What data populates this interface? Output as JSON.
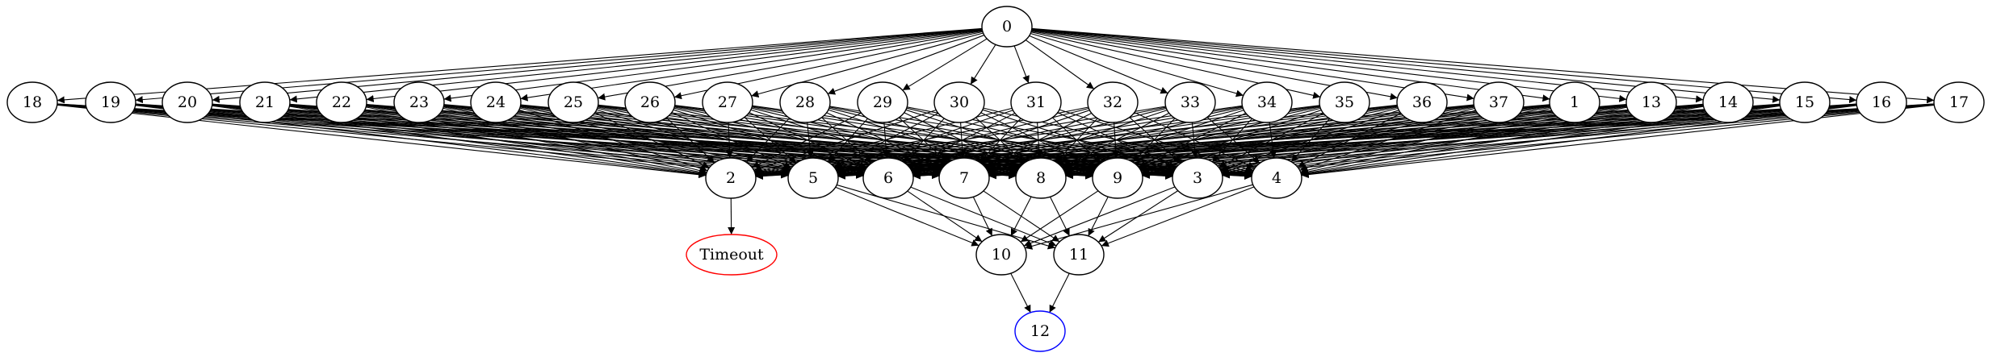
{
  "graph": {
    "nodes": [
      {
        "id": "0",
        "label": "0"
      },
      {
        "id": "18",
        "label": "18"
      },
      {
        "id": "19",
        "label": "19"
      },
      {
        "id": "20",
        "label": "20"
      },
      {
        "id": "21",
        "label": "21"
      },
      {
        "id": "22",
        "label": "22"
      },
      {
        "id": "23",
        "label": "23"
      },
      {
        "id": "24",
        "label": "24"
      },
      {
        "id": "25",
        "label": "25"
      },
      {
        "id": "26",
        "label": "26"
      },
      {
        "id": "27",
        "label": "27"
      },
      {
        "id": "28",
        "label": "28"
      },
      {
        "id": "29",
        "label": "29"
      },
      {
        "id": "30",
        "label": "30"
      },
      {
        "id": "31",
        "label": "31"
      },
      {
        "id": "32",
        "label": "32"
      },
      {
        "id": "33",
        "label": "33"
      },
      {
        "id": "34",
        "label": "34"
      },
      {
        "id": "35",
        "label": "35"
      },
      {
        "id": "36",
        "label": "36"
      },
      {
        "id": "37",
        "label": "37"
      },
      {
        "id": "1",
        "label": "1"
      },
      {
        "id": "13",
        "label": "13"
      },
      {
        "id": "14",
        "label": "14"
      },
      {
        "id": "15",
        "label": "15"
      },
      {
        "id": "16",
        "label": "16"
      },
      {
        "id": "17",
        "label": "17"
      },
      {
        "id": "2",
        "label": "2"
      },
      {
        "id": "5",
        "label": "5"
      },
      {
        "id": "6",
        "label": "6"
      },
      {
        "id": "7",
        "label": "7"
      },
      {
        "id": "8",
        "label": "8"
      },
      {
        "id": "9",
        "label": "9"
      },
      {
        "id": "3",
        "label": "3"
      },
      {
        "id": "4",
        "label": "4"
      },
      {
        "id": "Timeout",
        "label": "Timeout",
        "color": "#ff0000"
      },
      {
        "id": "10",
        "label": "10"
      },
      {
        "id": "11",
        "label": "11"
      },
      {
        "id": "12",
        "label": "12",
        "color": "#0000ff"
      }
    ],
    "edges": [
      [
        "0",
        "18"
      ],
      [
        "0",
        "19"
      ],
      [
        "0",
        "20"
      ],
      [
        "0",
        "21"
      ],
      [
        "0",
        "22"
      ],
      [
        "0",
        "23"
      ],
      [
        "0",
        "24"
      ],
      [
        "0",
        "25"
      ],
      [
        "0",
        "26"
      ],
      [
        "0",
        "27"
      ],
      [
        "0",
        "28"
      ],
      [
        "0",
        "29"
      ],
      [
        "0",
        "30"
      ],
      [
        "0",
        "31"
      ],
      [
        "0",
        "32"
      ],
      [
        "0",
        "33"
      ],
      [
        "0",
        "34"
      ],
      [
        "0",
        "35"
      ],
      [
        "0",
        "36"
      ],
      [
        "0",
        "37"
      ],
      [
        "0",
        "1"
      ],
      [
        "0",
        "13"
      ],
      [
        "0",
        "14"
      ],
      [
        "0",
        "15"
      ],
      [
        "0",
        "16"
      ],
      [
        "0",
        "17"
      ],
      [
        "18",
        "2"
      ],
      [
        "18",
        "5"
      ],
      [
        "18",
        "6"
      ],
      [
        "18",
        "7"
      ],
      [
        "18",
        "8"
      ],
      [
        "18",
        "9"
      ],
      [
        "18",
        "3"
      ],
      [
        "18",
        "4"
      ],
      [
        "19",
        "2"
      ],
      [
        "19",
        "5"
      ],
      [
        "19",
        "6"
      ],
      [
        "19",
        "7"
      ],
      [
        "19",
        "8"
      ],
      [
        "19",
        "9"
      ],
      [
        "19",
        "3"
      ],
      [
        "19",
        "4"
      ],
      [
        "20",
        "2"
      ],
      [
        "20",
        "5"
      ],
      [
        "20",
        "6"
      ],
      [
        "20",
        "7"
      ],
      [
        "20",
        "8"
      ],
      [
        "20",
        "9"
      ],
      [
        "20",
        "3"
      ],
      [
        "20",
        "4"
      ],
      [
        "21",
        "2"
      ],
      [
        "21",
        "5"
      ],
      [
        "21",
        "6"
      ],
      [
        "21",
        "7"
      ],
      [
        "21",
        "8"
      ],
      [
        "21",
        "9"
      ],
      [
        "21",
        "3"
      ],
      [
        "21",
        "4"
      ],
      [
        "22",
        "2"
      ],
      [
        "22",
        "5"
      ],
      [
        "22",
        "6"
      ],
      [
        "22",
        "7"
      ],
      [
        "22",
        "8"
      ],
      [
        "22",
        "9"
      ],
      [
        "22",
        "3"
      ],
      [
        "22",
        "4"
      ],
      [
        "23",
        "2"
      ],
      [
        "23",
        "5"
      ],
      [
        "23",
        "6"
      ],
      [
        "23",
        "7"
      ],
      [
        "23",
        "8"
      ],
      [
        "23",
        "9"
      ],
      [
        "23",
        "3"
      ],
      [
        "23",
        "4"
      ],
      [
        "24",
        "2"
      ],
      [
        "24",
        "5"
      ],
      [
        "24",
        "6"
      ],
      [
        "24",
        "7"
      ],
      [
        "24",
        "8"
      ],
      [
        "24",
        "9"
      ],
      [
        "24",
        "3"
      ],
      [
        "24",
        "4"
      ],
      [
        "25",
        "2"
      ],
      [
        "25",
        "5"
      ],
      [
        "25",
        "6"
      ],
      [
        "25",
        "7"
      ],
      [
        "25",
        "8"
      ],
      [
        "25",
        "9"
      ],
      [
        "25",
        "3"
      ],
      [
        "25",
        "4"
      ],
      [
        "26",
        "2"
      ],
      [
        "26",
        "5"
      ],
      [
        "26",
        "6"
      ],
      [
        "26",
        "7"
      ],
      [
        "26",
        "8"
      ],
      [
        "26",
        "9"
      ],
      [
        "26",
        "3"
      ],
      [
        "26",
        "4"
      ],
      [
        "27",
        "2"
      ],
      [
        "27",
        "5"
      ],
      [
        "27",
        "6"
      ],
      [
        "27",
        "7"
      ],
      [
        "27",
        "8"
      ],
      [
        "27",
        "9"
      ],
      [
        "27",
        "3"
      ],
      [
        "27",
        "4"
      ],
      [
        "28",
        "2"
      ],
      [
        "28",
        "5"
      ],
      [
        "28",
        "6"
      ],
      [
        "28",
        "7"
      ],
      [
        "28",
        "8"
      ],
      [
        "28",
        "9"
      ],
      [
        "28",
        "3"
      ],
      [
        "28",
        "4"
      ],
      [
        "29",
        "2"
      ],
      [
        "29",
        "5"
      ],
      [
        "29",
        "6"
      ],
      [
        "29",
        "7"
      ],
      [
        "29",
        "8"
      ],
      [
        "29",
        "9"
      ],
      [
        "29",
        "3"
      ],
      [
        "29",
        "4"
      ],
      [
        "30",
        "2"
      ],
      [
        "30",
        "5"
      ],
      [
        "30",
        "6"
      ],
      [
        "30",
        "7"
      ],
      [
        "30",
        "8"
      ],
      [
        "30",
        "9"
      ],
      [
        "30",
        "3"
      ],
      [
        "30",
        "4"
      ],
      [
        "31",
        "2"
      ],
      [
        "31",
        "5"
      ],
      [
        "31",
        "6"
      ],
      [
        "31",
        "7"
      ],
      [
        "31",
        "8"
      ],
      [
        "31",
        "9"
      ],
      [
        "31",
        "3"
      ],
      [
        "31",
        "4"
      ],
      [
        "32",
        "2"
      ],
      [
        "32",
        "5"
      ],
      [
        "32",
        "6"
      ],
      [
        "32",
        "7"
      ],
      [
        "32",
        "8"
      ],
      [
        "32",
        "9"
      ],
      [
        "32",
        "3"
      ],
      [
        "32",
        "4"
      ],
      [
        "33",
        "2"
      ],
      [
        "33",
        "5"
      ],
      [
        "33",
        "6"
      ],
      [
        "33",
        "7"
      ],
      [
        "33",
        "8"
      ],
      [
        "33",
        "9"
      ],
      [
        "33",
        "3"
      ],
      [
        "33",
        "4"
      ],
      [
        "34",
        "2"
      ],
      [
        "34",
        "5"
      ],
      [
        "34",
        "6"
      ],
      [
        "34",
        "7"
      ],
      [
        "34",
        "8"
      ],
      [
        "34",
        "9"
      ],
      [
        "34",
        "3"
      ],
      [
        "34",
        "4"
      ],
      [
        "35",
        "2"
      ],
      [
        "35",
        "5"
      ],
      [
        "35",
        "6"
      ],
      [
        "35",
        "7"
      ],
      [
        "35",
        "8"
      ],
      [
        "35",
        "9"
      ],
      [
        "35",
        "3"
      ],
      [
        "35",
        "4"
      ],
      [
        "36",
        "2"
      ],
      [
        "36",
        "5"
      ],
      [
        "36",
        "6"
      ],
      [
        "36",
        "7"
      ],
      [
        "36",
        "8"
      ],
      [
        "36",
        "9"
      ],
      [
        "36",
        "3"
      ],
      [
        "36",
        "4"
      ],
      [
        "37",
        "2"
      ],
      [
        "37",
        "5"
      ],
      [
        "37",
        "6"
      ],
      [
        "37",
        "7"
      ],
      [
        "37",
        "8"
      ],
      [
        "37",
        "9"
      ],
      [
        "37",
        "3"
      ],
      [
        "37",
        "4"
      ],
      [
        "1",
        "2"
      ],
      [
        "1",
        "5"
      ],
      [
        "1",
        "6"
      ],
      [
        "1",
        "7"
      ],
      [
        "1",
        "8"
      ],
      [
        "1",
        "9"
      ],
      [
        "1",
        "3"
      ],
      [
        "1",
        "4"
      ],
      [
        "13",
        "2"
      ],
      [
        "13",
        "5"
      ],
      [
        "13",
        "6"
      ],
      [
        "13",
        "7"
      ],
      [
        "13",
        "8"
      ],
      [
        "13",
        "9"
      ],
      [
        "13",
        "3"
      ],
      [
        "13",
        "4"
      ],
      [
        "14",
        "2"
      ],
      [
        "14",
        "5"
      ],
      [
        "14",
        "6"
      ],
      [
        "14",
        "7"
      ],
      [
        "14",
        "8"
      ],
      [
        "14",
        "9"
      ],
      [
        "14",
        "3"
      ],
      [
        "14",
        "4"
      ],
      [
        "15",
        "2"
      ],
      [
        "15",
        "5"
      ],
      [
        "15",
        "6"
      ],
      [
        "15",
        "7"
      ],
      [
        "15",
        "8"
      ],
      [
        "15",
        "9"
      ],
      [
        "15",
        "3"
      ],
      [
        "15",
        "4"
      ],
      [
        "16",
        "2"
      ],
      [
        "16",
        "5"
      ],
      [
        "16",
        "6"
      ],
      [
        "16",
        "7"
      ],
      [
        "16",
        "8"
      ],
      [
        "16",
        "9"
      ],
      [
        "16",
        "3"
      ],
      [
        "16",
        "4"
      ],
      [
        "17",
        "2"
      ],
      [
        "17",
        "5"
      ],
      [
        "17",
        "6"
      ],
      [
        "17",
        "7"
      ],
      [
        "17",
        "8"
      ],
      [
        "17",
        "9"
      ],
      [
        "17",
        "3"
      ],
      [
        "17",
        "4"
      ],
      [
        "2",
        "Timeout"
      ],
      [
        "5",
        "10"
      ],
      [
        "5",
        "11"
      ],
      [
        "6",
        "10"
      ],
      [
        "6",
        "11"
      ],
      [
        "7",
        "10"
      ],
      [
        "7",
        "11"
      ],
      [
        "8",
        "10"
      ],
      [
        "8",
        "11"
      ],
      [
        "9",
        "10"
      ],
      [
        "9",
        "11"
      ],
      [
        "3",
        "10"
      ],
      [
        "3",
        "11"
      ],
      [
        "4",
        "10"
      ],
      [
        "4",
        "11"
      ],
      [
        "10",
        "12"
      ],
      [
        "11",
        "12"
      ]
    ]
  }
}
